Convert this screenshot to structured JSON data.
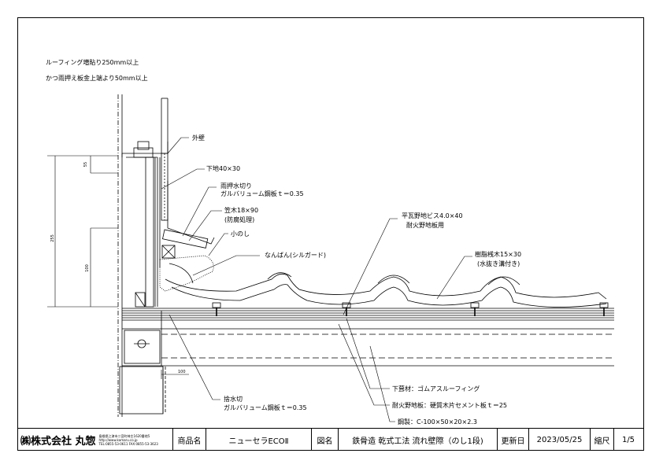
{
  "notes": {
    "line1": "ルーフィング増貼り250mm以上",
    "line2": "かつ雨押え板金上端より50mm以上"
  },
  "labels": {
    "gaiheki": "外壁",
    "shitaji": "下地40×30",
    "amaosae1": "雨押水切り",
    "amaosae2": "ガルバリューム鋼板ｔ＝0.35",
    "kasagi1": "笠木18×90",
    "kasagi2": "(防腐処理)",
    "konoshi": "小のし",
    "nanban": "なんばん(シルガード)",
    "biss1": "平瓦野地ビス4.0×40",
    "biss2": "耐火野地板用",
    "sanki1": "樹脂桟木15×30",
    "sanki2": "(水抜き溝付き)",
    "sutemizu1": "捨水切",
    "sutemizu2": "ガルバリューム鋼板ｔ＝0.35",
    "shitabuki": "下葺材：ゴムアスルーフィング",
    "taika": "耐火野地板：硬質木片セメント板ｔ＝25",
    "kouzai": "鋼製：C-100×50×20×2.3"
  },
  "dims": {
    "d1": "55",
    "d2": "100",
    "d3": "255",
    "d4": "100"
  },
  "title_block": {
    "company_name": "㈱株式会社 丸惣",
    "company_address": "島根県江津市二宮町神主1620番地5",
    "company_url": "http://www.kamaru.co.jp",
    "company_tel": "TEL:0855-53-0611 FAX:0855-53-3623",
    "product_label": "商品名",
    "product_name": "ニューセラECOⅡ",
    "drawing_label": "図名",
    "drawing_name": "鉄骨造 乾式工法 流れ壁際（のし1段)",
    "update_label": "更新日",
    "update_date": "2023/05/25",
    "scale_label": "縮尺",
    "scale_value": "1/5"
  }
}
